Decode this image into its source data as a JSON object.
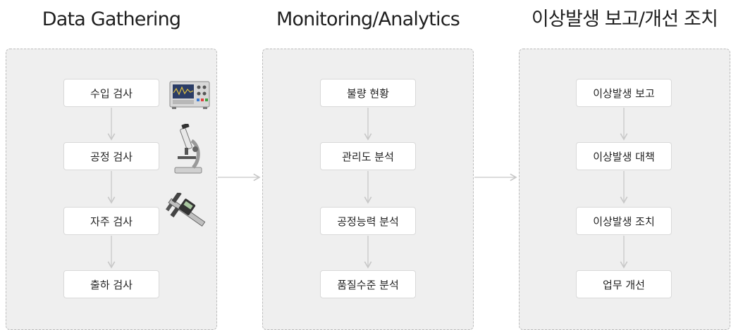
{
  "columns": [
    {
      "title": "Data Gathering",
      "steps": [
        "수입 검사",
        "공정 검사",
        "자주 검사",
        "출하 검사"
      ],
      "icons": [
        "oscilloscope-icon",
        "microscope-icon",
        "caliper-icon"
      ]
    },
    {
      "title": "Monitoring/Analytics",
      "steps": [
        "불량 현황",
        "관리도 분석",
        "공정능력 분석",
        "품질수준 분석"
      ]
    },
    {
      "title": "이상발생 보고/개선 조치",
      "steps": [
        "이상발생 보고",
        "이상발생 대책",
        "이상발생 조치",
        "업무 개선"
      ]
    }
  ],
  "colors": {
    "panel_bg": "#efefef",
    "panel_border": "#bdbdbd",
    "node_bg": "#ffffff",
    "node_border": "#d9d9d9",
    "arrow": "#c8c8c8",
    "text": "#222222"
  }
}
